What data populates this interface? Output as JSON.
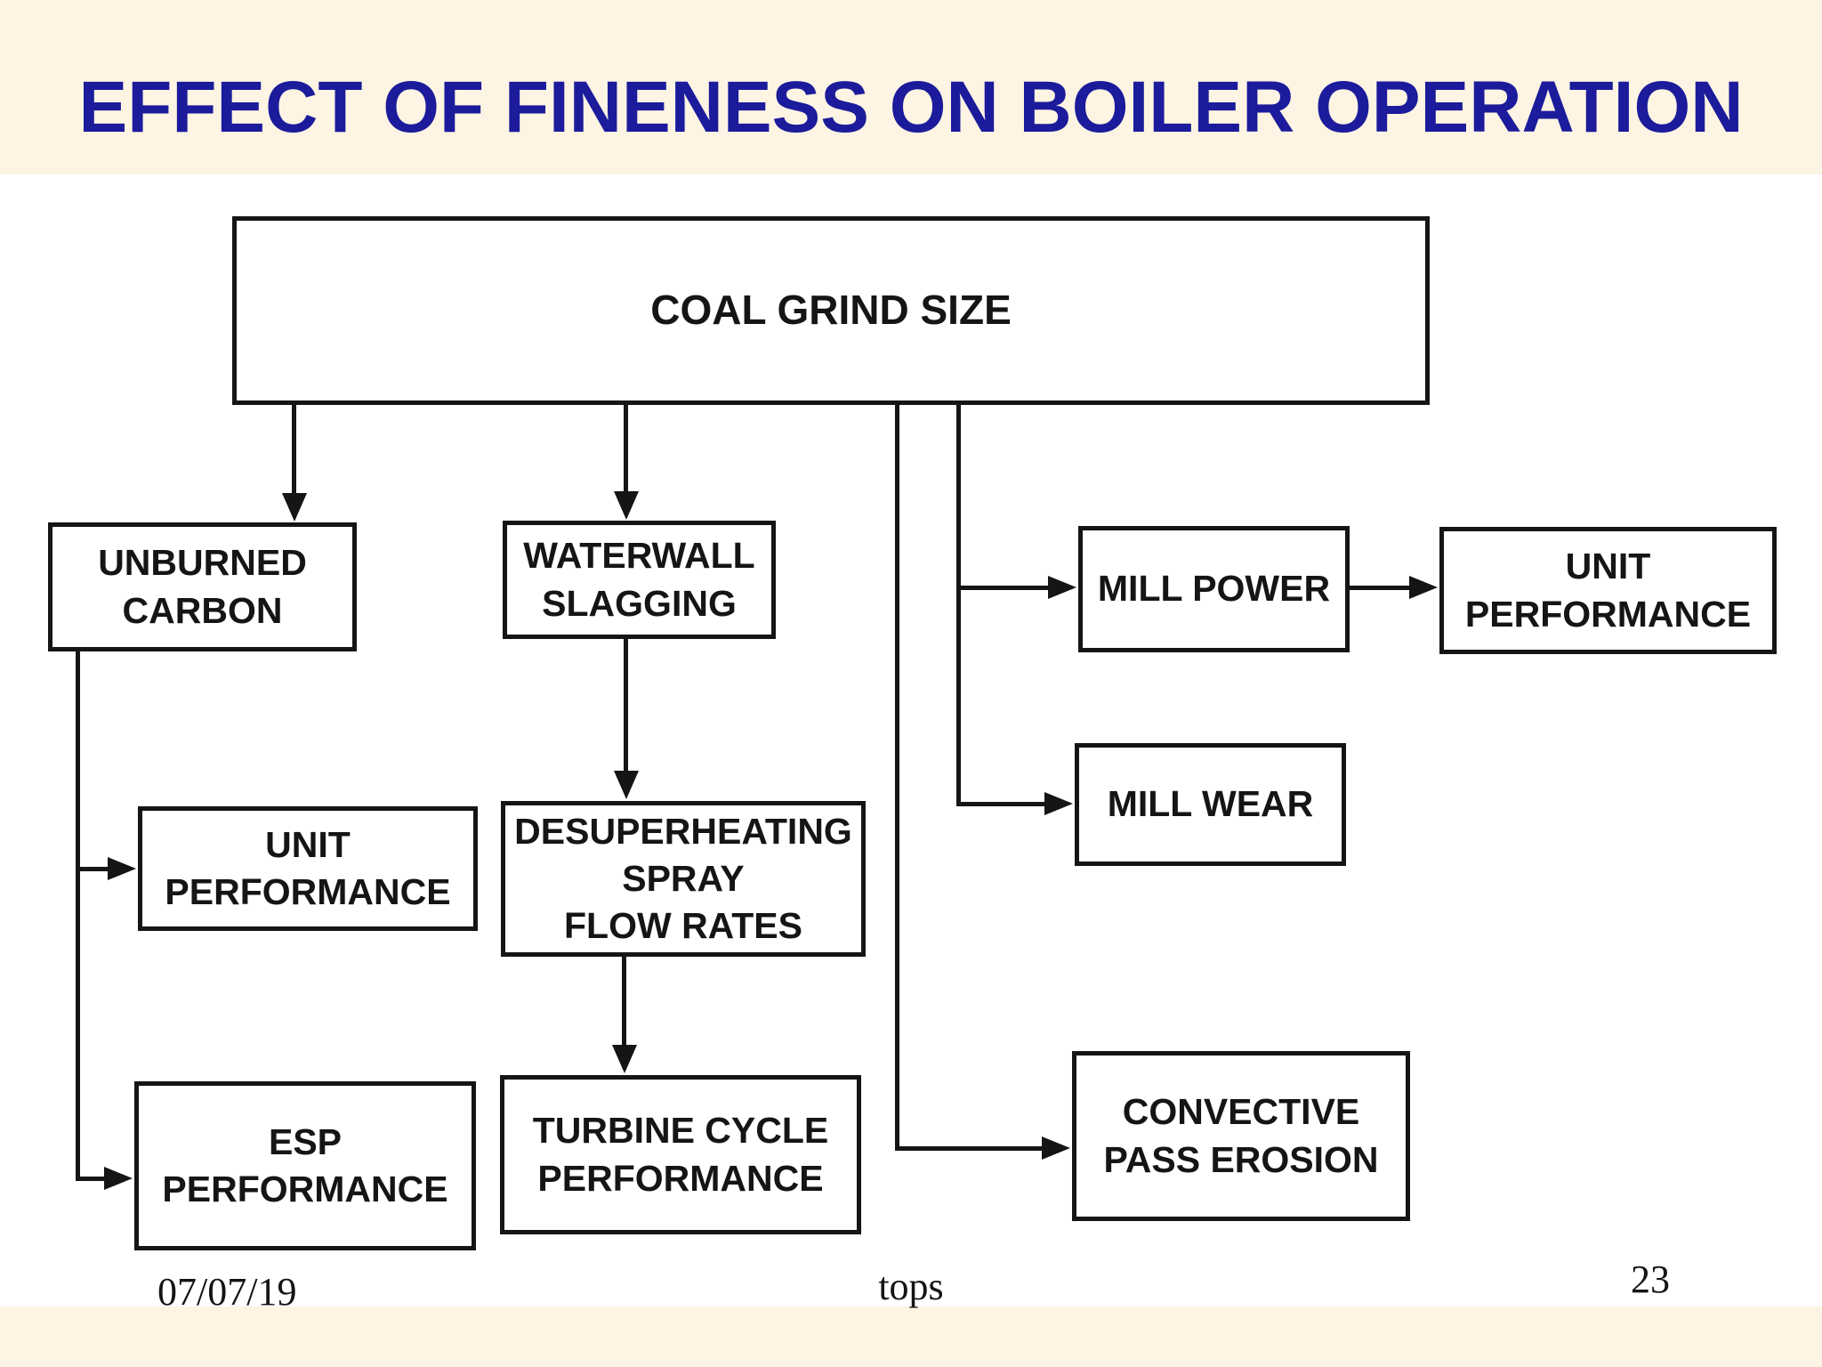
{
  "slide": {
    "title": "EFFECT OF FINENESS ON BOILER OPERATION"
  },
  "nodes": {
    "coal_grind_size": "COAL GRIND SIZE",
    "unburned_carbon": "UNBURNED\nCARBON",
    "waterwall_slagging": "WATERWALL\nSLAGGING",
    "mill_power": "MILL POWER",
    "unit_performance_right": "UNIT\nPERFORMANCE",
    "mill_wear": "MILL WEAR",
    "unit_performance_left": "UNIT\nPERFORMANCE",
    "desuperheating_spray": "DESUPERHEATING\nSPRAY\nFLOW RATES",
    "esp_performance": "ESP\nPERFORMANCE",
    "turbine_cycle_performance": "TURBINE CYCLE\nPERFORMANCE",
    "convective_pass_erosion": "CONVECTIVE\nPASS EROSION"
  },
  "footer": {
    "date": "07/07/19",
    "author": "tops",
    "page_number": "23"
  },
  "colors": {
    "title_text": "#1b1b9b",
    "slide_background": "#fdf4e3",
    "content_background": "#ffffff",
    "diagram_ink": "#151515"
  }
}
